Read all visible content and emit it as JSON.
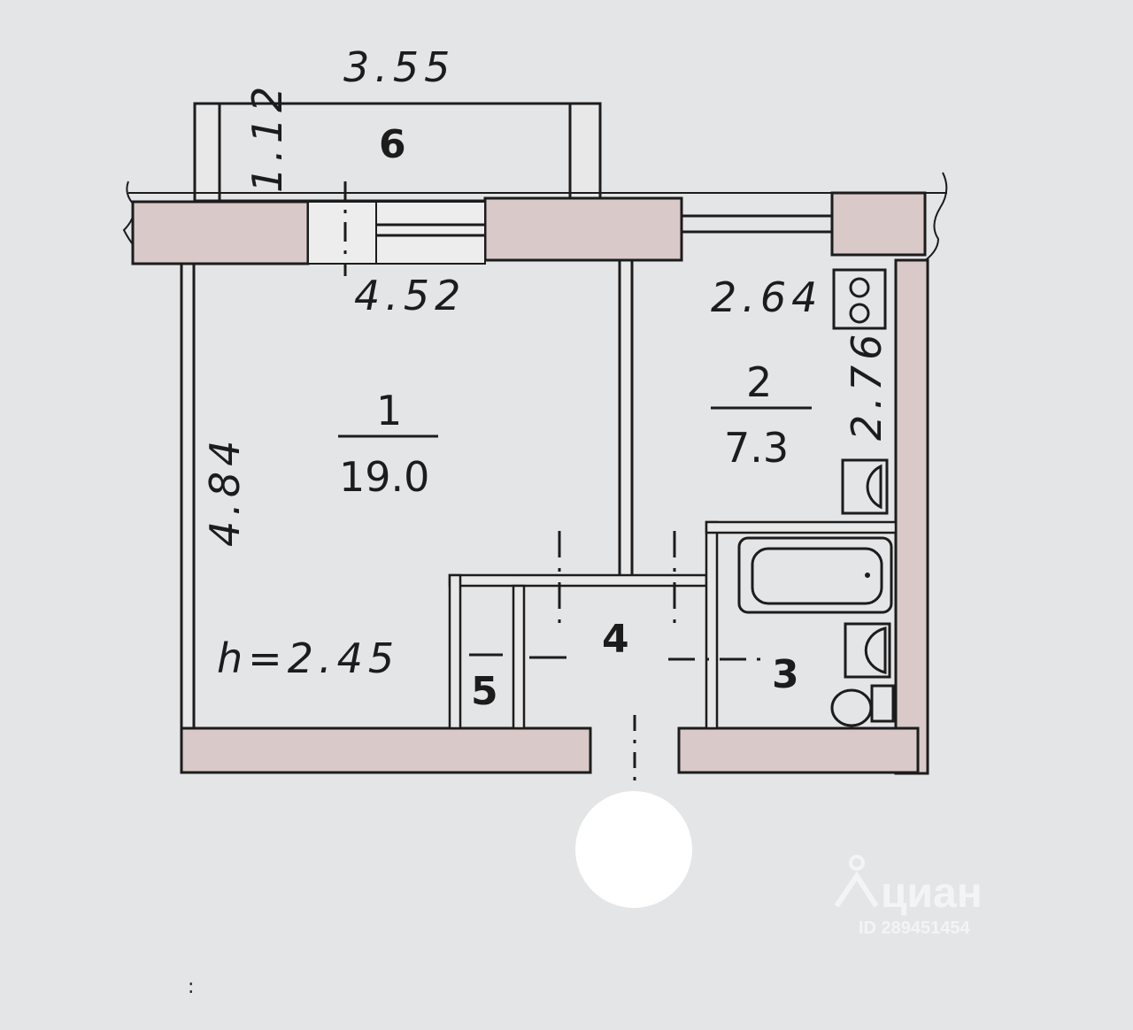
{
  "dimensions": {
    "balcony_width": "3.55",
    "balcony_depth": "1.12",
    "room1_width": "4.52",
    "room1_length": "4.84",
    "kitchen_width": "2.64",
    "kitchen_length": "2.76",
    "ceiling_height": "h=2.45"
  },
  "rooms": {
    "room1": {
      "number": "1",
      "area": "19.0"
    },
    "room2": {
      "number": "2",
      "area": "7.3"
    },
    "bathroom": {
      "number": "3"
    },
    "hall": {
      "number": "4"
    },
    "closet": {
      "number": "5"
    },
    "balcony": {
      "number": "6"
    }
  },
  "watermark": {
    "brand": "циан",
    "id": "ID 289451454"
  },
  "colors": {
    "paper": "#e4e5e6",
    "ink": "#1c1c1c",
    "wall_fill": "#d9c9c8",
    "redaction": "#ffffff"
  },
  "icons": [
    "stove-icon",
    "sink-icon",
    "bathtub-icon",
    "toilet-icon",
    "cian-logo-icon"
  ]
}
